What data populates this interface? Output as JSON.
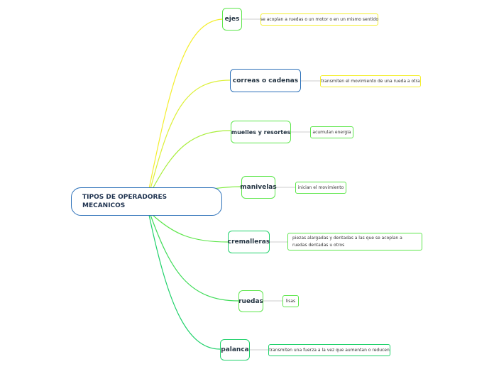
{
  "root": {
    "label": "TIPOS DE OPERADORES MECANICOS"
  },
  "branches": [
    {
      "topic": "ejes",
      "note": "se acoplan a ruedas o un motor o en un mismo sentido",
      "color": "#f4ee2e"
    },
    {
      "topic": "correas o cadenas",
      "note": "transmiten el movimiento de una rueda a otra",
      "color": "#2a6fb8"
    },
    {
      "topic": "muelles y resortes",
      "note": "acumulan energia",
      "color": "#5ce64a"
    },
    {
      "topic": "manivelas",
      "note": "inician el movimiento",
      "color": "#5ce64a"
    },
    {
      "topic": "cremalleras",
      "note": "piezas alargadas y dentadas a las que se acoplan a ruedas dentadas u otros",
      "color": "#1fd16a"
    },
    {
      "topic": "ruedas",
      "note": "lisas",
      "color": "#5ce64a"
    },
    {
      "topic": "palanca",
      "note": "transmiten una fuerza a la vez que aumentan o reducen",
      "color": "#1fd16a"
    }
  ],
  "colors": {
    "root_border": "#2a6fb8",
    "link_top": "#f4ee2e",
    "link_middle": "#7fec3e",
    "link_bottom": "#1fd16a",
    "connector": "#cccccc"
  }
}
